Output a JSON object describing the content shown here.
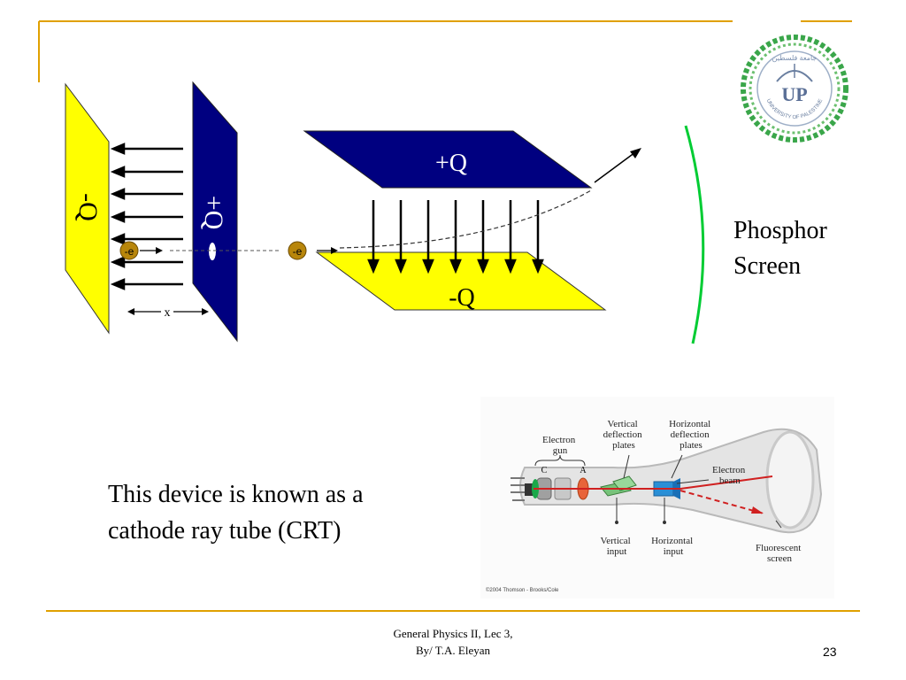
{
  "slide": {
    "caption_line1": "This device is known as a",
    "caption_line2": "cathode ray tube (CRT)",
    "phosphor_line1": "Phosphor",
    "phosphor_line2": "Screen",
    "footer_line1": "General Physics II, Lec 3,",
    "footer_line2": "By/ T.A. Eleyan",
    "page_number": "23",
    "accent_color": "#E0A000"
  },
  "diagram": {
    "left_plate_neg": "-Q",
    "left_plate_pos": "+Q",
    "electron_label": "-e",
    "distance_label": "x",
    "top_plate": "+Q",
    "bottom_plate": "-Q",
    "plate_yellow": "#FFFF00",
    "plate_navy": "#000080",
    "screen_green": "#00CC33"
  },
  "crt": {
    "electron_gun": "Electron gun",
    "vertical_deflection_plates": "Vertical deflection plates",
    "horizontal_deflection_plates": "Horizontal deflection plates",
    "electron_beam": "Electron beam",
    "label_c": "C",
    "label_a": "A",
    "vertical_input": "Vertical input",
    "horizontal_input": "Horizontal input",
    "fluorescent_screen": "Fluorescent screen",
    "copyright": "©2004 Thomson - Brooks/Cole"
  },
  "logo": {
    "initials": "UP",
    "ring_text": "UNIVERSITY OF PALESTINE",
    "arabic_text": "جامعة فلسطين"
  }
}
